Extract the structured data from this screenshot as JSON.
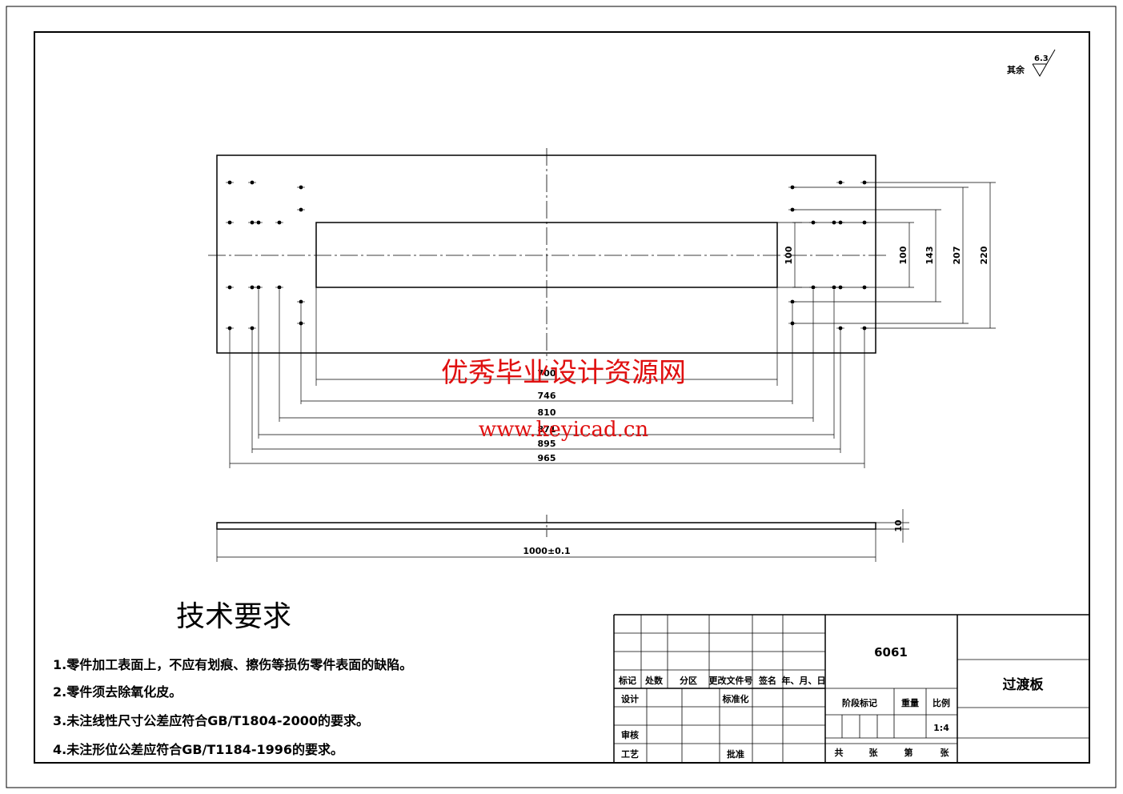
{
  "surface_finish": {
    "prefix": "其余",
    "value": "6.3"
  },
  "plan_dimensions": {
    "d700": "700",
    "d746": "746",
    "d810": "810",
    "d871": "871",
    "d895": "895",
    "d965": "965",
    "v100a": "100",
    "v100b": "100",
    "v143": "143",
    "v207": "207",
    "v220": "220"
  },
  "side_view": {
    "length": "1000±0.1",
    "thickness": "10"
  },
  "watermark": {
    "title": "优秀毕业设计资源网",
    "url": "www.keyicad.cn"
  },
  "tech_requirements": {
    "title": "技术要求",
    "items": [
      "1.零件加工表面上，不应有划痕、擦伤等损伤零件表面的缺陷。",
      "2.零件须去除氧化皮。",
      "3.未注线性尺寸公差应符合GB/T1804-2000的要求。",
      "4.未注形位公差应符合GB/T1184-1996的要求。"
    ]
  },
  "title_block": {
    "material": "6061",
    "part_name": "过渡板",
    "headers": {
      "mark": "标记",
      "count": "处数",
      "zone": "分区",
      "doc_no": "更改文件号",
      "sign": "签名",
      "date": "年、月、日"
    },
    "design": "设计",
    "standardize": "标准化",
    "review": "审核",
    "process": "工艺",
    "approve": "批准",
    "stage_mark": "阶段标记",
    "weight": "重量",
    "scale_label": "比例",
    "scale": "1:4",
    "total": "共",
    "sheets": "张",
    "page": "第",
    "sheet2": "张"
  }
}
